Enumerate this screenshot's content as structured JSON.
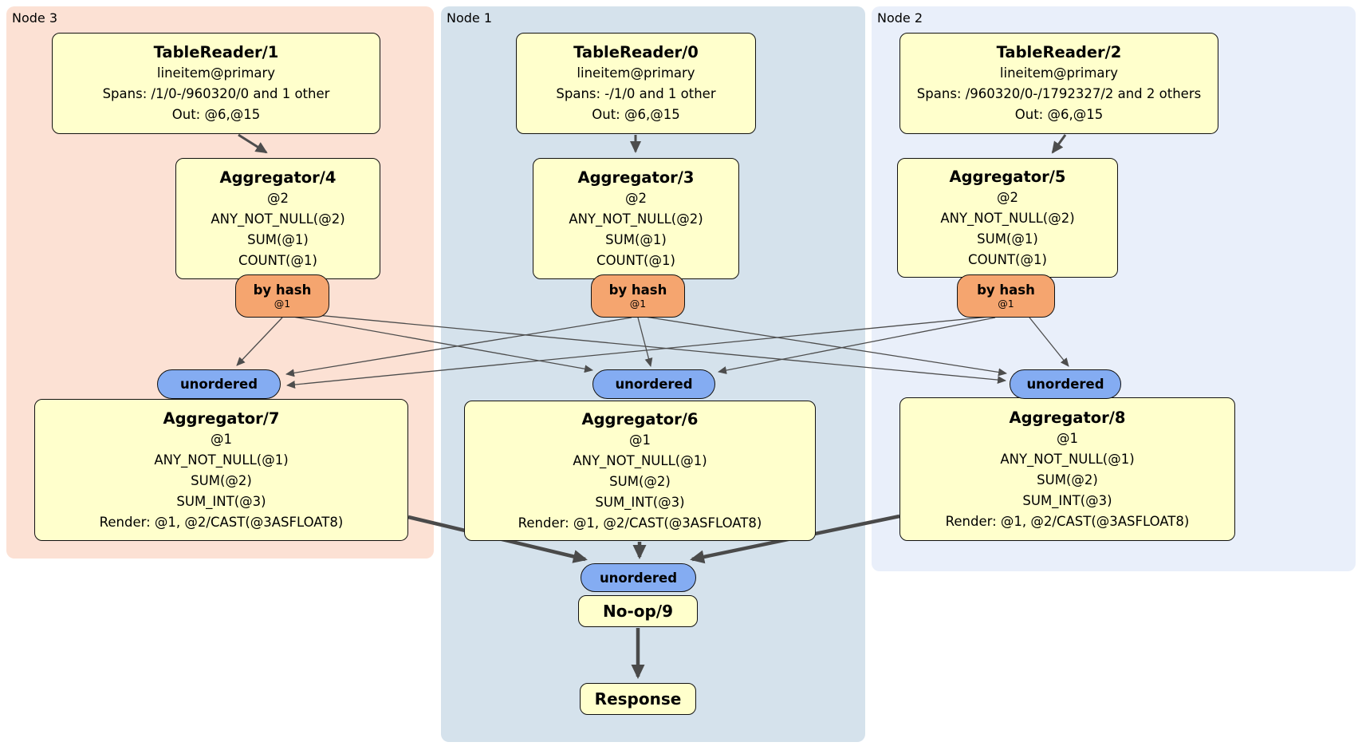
{
  "regions": [
    {
      "label": "Node 3"
    },
    {
      "label": "Node 1"
    },
    {
      "label": "Node 2"
    }
  ],
  "boxes": {
    "tr1": {
      "title": "TableReader/1",
      "lines": [
        "lineitem@primary",
        "Spans: /1/0-/960320/0 and 1 other",
        "Out: @6,@15"
      ]
    },
    "tr0": {
      "title": "TableReader/0",
      "lines": [
        "lineitem@primary",
        "Spans: -/1/0 and 1 other",
        "Out: @6,@15"
      ]
    },
    "tr2": {
      "title": "TableReader/2",
      "lines": [
        "lineitem@primary",
        "Spans: /960320/0-/1792327/2 and 2 others",
        "Out: @6,@15"
      ]
    },
    "agg4": {
      "title": "Aggregator/4",
      "lines": [
        "@2",
        "ANY_NOT_NULL(@2)",
        "SUM(@1)",
        "COUNT(@1)"
      ]
    },
    "agg3": {
      "title": "Aggregator/3",
      "lines": [
        "@2",
        "ANY_NOT_NULL(@2)",
        "SUM(@1)",
        "COUNT(@1)"
      ]
    },
    "agg5": {
      "title": "Aggregator/5",
      "lines": [
        "@2",
        "ANY_NOT_NULL(@2)",
        "SUM(@1)",
        "COUNT(@1)"
      ]
    },
    "agg7": {
      "title": "Aggregator/7",
      "lines": [
        "@1",
        "ANY_NOT_NULL(@1)",
        "SUM(@2)",
        "SUM_INT(@3)",
        "Render: @1, @2/CAST(@3ASFLOAT8)"
      ]
    },
    "agg6": {
      "title": "Aggregator/6",
      "lines": [
        "@1",
        "ANY_NOT_NULL(@1)",
        "SUM(@2)",
        "SUM_INT(@3)",
        "Render: @1, @2/CAST(@3ASFLOAT8)"
      ]
    },
    "agg8": {
      "title": "Aggregator/8",
      "lines": [
        "@1",
        "ANY_NOT_NULL(@1)",
        "SUM(@2)",
        "SUM_INT(@3)",
        "Render: @1, @2/CAST(@3ASFLOAT8)"
      ]
    },
    "noop": {
      "title": "No-op/9"
    },
    "resp": {
      "title": "Response"
    }
  },
  "pills": {
    "by_hash_label": "by hash",
    "by_hash_sub": "@1",
    "unordered_label": "unordered"
  },
  "colors": {
    "node3_bg": "#fce1d4",
    "node1_bg": "#d5e2ec",
    "node2_bg": "#e9effa",
    "box_bg": "#ffffcc",
    "hash_router_bg": "#f5a56f",
    "unordered_sync_bg": "#84acf2",
    "edge": "#4d4d4d"
  }
}
